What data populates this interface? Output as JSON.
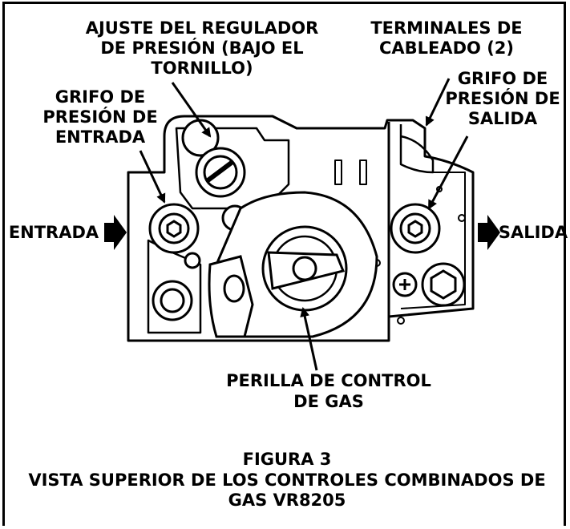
{
  "labels": {
    "pressure_regulator_adjust": [
      "AJUSTE DEL REGULADOR",
      "DE PRESIÓN (BAJO EL",
      "TORNILLO)"
    ],
    "wiring_terminals": [
      "TERMINALES DE",
      "CABLEADO (2)"
    ],
    "inlet_pressure_tap": [
      "GRIFO DE",
      "PRESIÓN DE",
      "ENTRADA"
    ],
    "outlet_pressure_tap": [
      "GRIFO DE",
      "PRESIÓN DE",
      "SALIDA"
    ],
    "inlet": "ENTRADA",
    "outlet": "SALIDA",
    "gas_control_knob": [
      "PERILLA DE CONTROL",
      "DE GAS"
    ]
  },
  "caption": {
    "figure": "FIGURA 3",
    "line1": "VISTA SUPERIOR DE LOS CONTROLES COMBINADOS DE",
    "line2": "GAS VR8205"
  }
}
